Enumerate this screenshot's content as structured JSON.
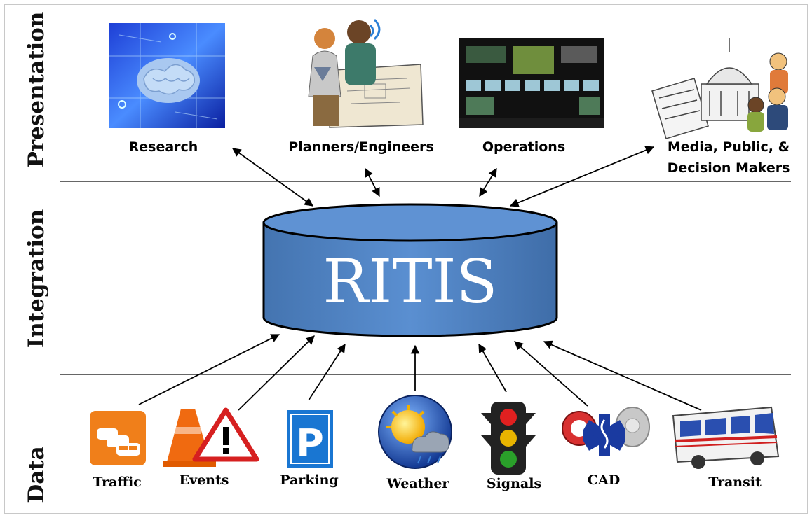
{
  "tiers": {
    "presentation": "Presentation",
    "integration": "Integration",
    "data": "Data"
  },
  "core": {
    "label": "RITIS",
    "fill": "#4f81bd",
    "top_fill": "#5b8fd0"
  },
  "presentation_nodes": [
    {
      "label": "Research",
      "icon": "brain-circuit-icon"
    },
    {
      "label": "Planners/Engineers",
      "icon": "planners-people-icon"
    },
    {
      "label": "Operations",
      "icon": "control-room-icon"
    },
    {
      "label_lines": [
        "Media, Public, &",
        "Decision Makers"
      ],
      "icon": "media-public-icon"
    }
  ],
  "data_sources": [
    {
      "label": "Traffic",
      "icon": "traffic-cars-icon"
    },
    {
      "label": "Events",
      "icon": "cone-warning-icon"
    },
    {
      "label": "Parking",
      "icon": "parking-icon"
    },
    {
      "label": "Weather",
      "icon": "weather-sun-rain-icon"
    },
    {
      "label": "Signals",
      "icon": "traffic-signal-icon"
    },
    {
      "label": "CAD",
      "icon": "emergency-badges-icon"
    },
    {
      "label": "Transit",
      "icon": "bus-icon"
    }
  ],
  "colors": {
    "traffic_orange": "#f07f1a",
    "parking_blue": "#1976d2",
    "cylinder_border": "#000000"
  }
}
